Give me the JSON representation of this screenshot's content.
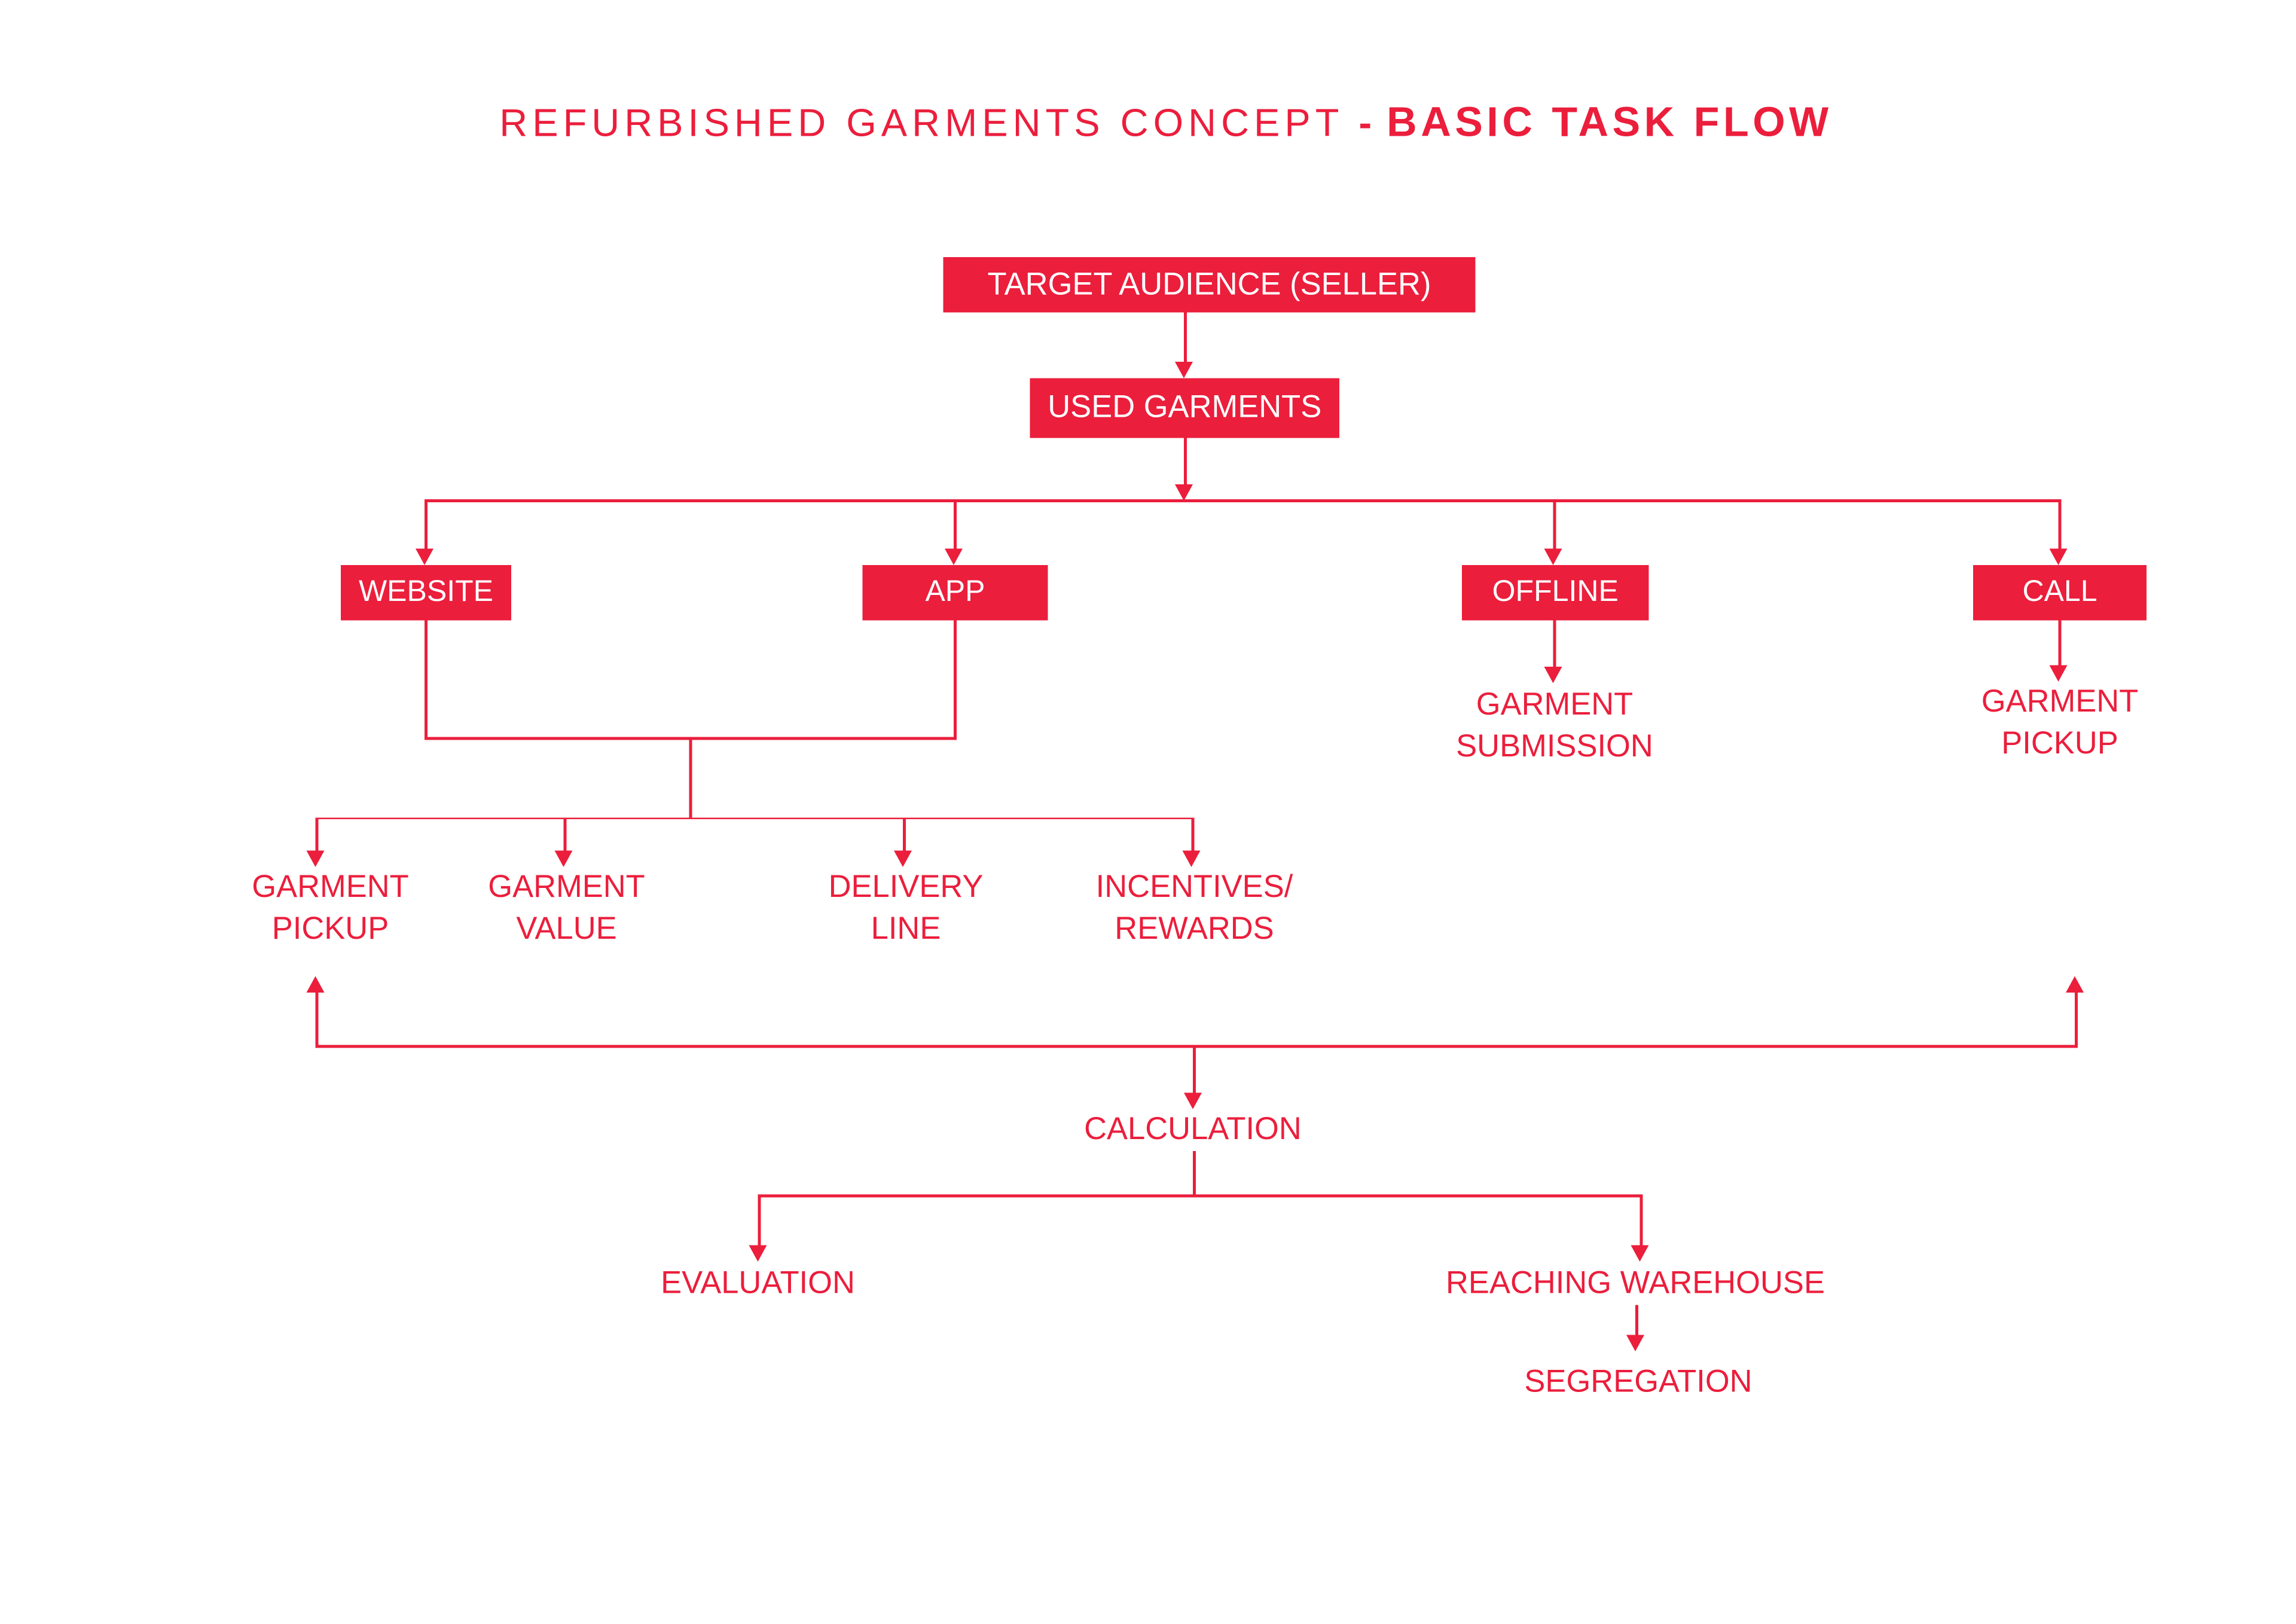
{
  "meta": {
    "background": "#FFFFFF",
    "accent_red": "#EB1E3C",
    "box_text_color": "#FFFFFF"
  },
  "title": {
    "regular": "REFURBISHED GARMENTS CONCEPT",
    "separator": "-",
    "bold": "BASIC TASK FLOW"
  },
  "flow": {
    "root_box": "TARGET AUDIENCE (SELLER)",
    "source_box": "USED GARMENTS",
    "channel_boxes": {
      "website": "WEBSITE",
      "app": "APP",
      "offline": "OFFLINE",
      "call": "CALL"
    },
    "digital_outcomes": [
      {
        "line1": "GARMENT",
        "line2": "PICKUP"
      },
      {
        "line1": "GARMENT",
        "line2": "VALUE"
      },
      {
        "line1": "DELIVERY",
        "line2": "LINE"
      },
      {
        "line1": "INCENTIVES/",
        "line2": "REWARDS"
      }
    ],
    "offline_outcome": {
      "line1": "GARMENT",
      "line2": "SUBMISSION"
    },
    "call_outcome": {
      "line1": "GARMENT",
      "line2": "PICKUP"
    },
    "merge_step": "CALCULATION",
    "post_calculation": [
      "EVALUATION",
      "REACHING WAREHOUSE"
    ],
    "warehouse_step": "SEGREGATION"
  }
}
